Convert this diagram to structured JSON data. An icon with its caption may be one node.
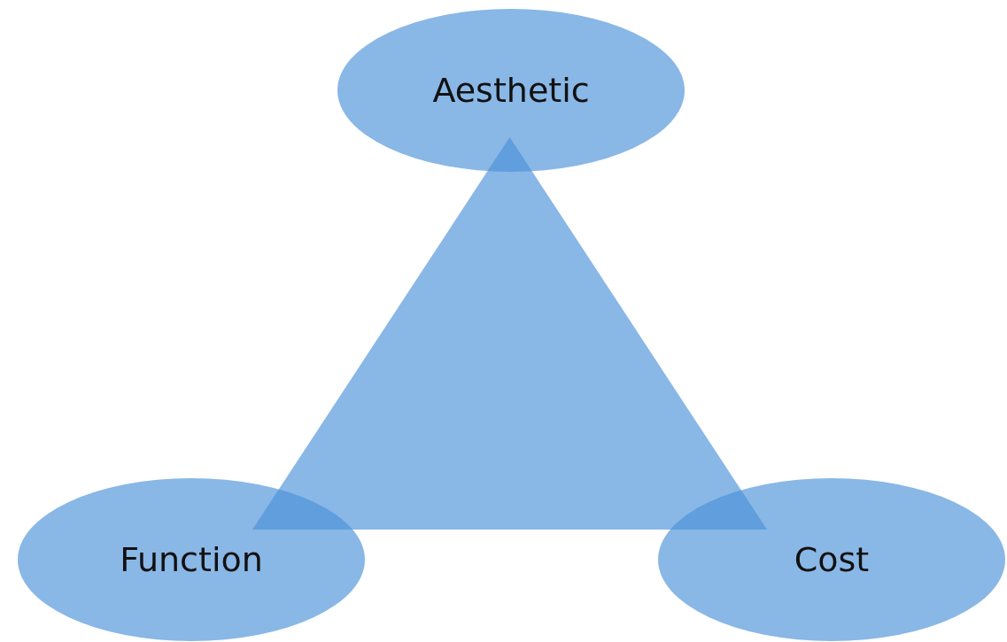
{
  "diagram": {
    "nodes": [
      {
        "text": [
          "Aesthetic"
        ]
      },
      {
        "text": [],
        "shape": "triangle"
      },
      {
        "text": [
          "Function"
        ]
      },
      {
        "text": [
          "Cost"
        ]
      }
    ]
  }
}
